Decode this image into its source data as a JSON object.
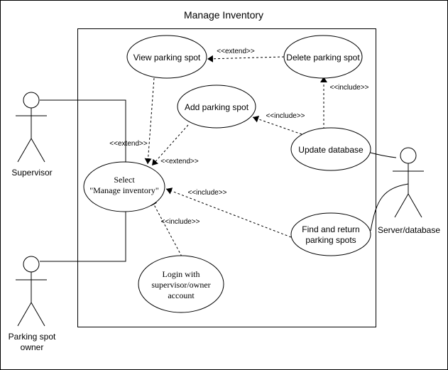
{
  "title": "Manage Inventory",
  "actors": {
    "supervisor": "Supervisor",
    "owner_line1": "Parking spot",
    "owner_line2": "owner",
    "server": "Server/database"
  },
  "use_cases": {
    "view": "View parking spot",
    "delete": "Delete parking spot",
    "add": "Add parking spot",
    "update": "Update database",
    "select_line1": "Select",
    "select_line2": "\"Manage inventory\"",
    "find_line1": "Find and return",
    "find_line2": "parking spots",
    "login_line1": "Login with",
    "login_line2": "supervisor/owner",
    "login_line3": "account"
  },
  "relations": {
    "view_to_select": "<<extend>>",
    "delete_to_view": "<<extend>>",
    "update_to_delete": "<<include>>",
    "update_to_add": "<<include>>",
    "add_to_select": "<<extend>>",
    "find_to_select": "<<include>>",
    "login_to_select": "<<include>>"
  },
  "colors": {
    "stroke": "#000000",
    "background": "#ffffff"
  }
}
